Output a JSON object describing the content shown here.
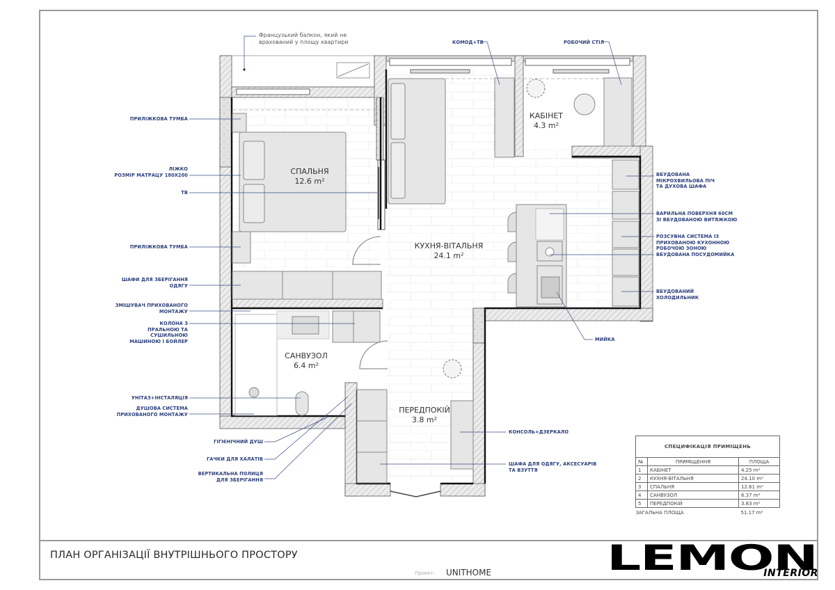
{
  "sheet": {
    "title": "ПЛАН ОРГАНІЗАЦІЇ ВНУТРІШНЬОГО ПРОСТОРУ",
    "project_label": "Проект:",
    "project_name": "UNITHOME",
    "logo": {
      "main": "LEMON",
      "sub": "INTERIOR"
    }
  },
  "rooms": [
    {
      "name": "СПАЛЬНЯ",
      "area": "12.6 m²"
    },
    {
      "name": "КУХНЯ-ВІТАЛЬНЯ",
      "area": "24.1 m²"
    },
    {
      "name": "КАБІНЕТ",
      "area": "4.3 m²"
    },
    {
      "name": "САНВУЗОЛ",
      "area": "6.4 m²"
    },
    {
      "name": "ПЕРЕДПОКІЙ",
      "area": "3.8 m²"
    }
  ],
  "callouts": {
    "balcony": "Французький балкон, який не\nврахований у площу квартири",
    "dresser_tv": "КОМОД+ТВ",
    "work_desk": "РОБОЧИЙ СТІЛ",
    "nightstand_1": "ПРИЛІЖКОВА ТУМБА",
    "bed": "ЛІЖКО\nРОЗМІР МАТРАЦУ 180Х200",
    "tv": "ТВ",
    "nightstand_2": "ПРИЛІЖКОВА ТУМБА",
    "wardrobes": "ШАФИ ДЛЯ ЗБЕРІГАННЯ\nОДЯГУ",
    "mixer": "ЗМІШУВАЧ ПРИХОВАНОГО\nМОНТАЖУ",
    "washer_column": "КОЛОНА З\nПРАЛЬНОЮ ТА\nСУШИЛЬНОЮ\nМАШИНОЮ І БОЙЛЕР",
    "toilet": "УНІТАЗ+ІНСТАЛЯЦІЯ",
    "shower": "ДУШОВА СИСТЕМА\nПРИХОВАНОГО МОНТАЖУ",
    "hygienic_shower": "ГІГІЄНІЧНИЙ ДУШ",
    "robe_hooks": "ГАЧКИ ДЛЯ ХАЛАТІВ",
    "vertical_shelf": "ВЕРТИКАЛЬНА ПОЛИЦЯ\nДЛЯ ЗБЕРІГАННЯ",
    "microwave_oven": "ВБУДОВАНА\nМІКРОХВИЛЬОВА ПІЧ\nТА ДУХОВА ШАФА",
    "cooktop": "ВАРИЛЬНА ПОВЕРХНЯ 60СМ\nЗІ ВБУДОВАНОЮ ВИТЯЖКОЮ",
    "sliding_system": "РОЗСУВНА СИСТЕМА ІЗ\nПРИХОВАНОЮ КУХОННОЮ\nРОБОЧОЮ ЗОНОЮ",
    "dishwasher": "ВБУДОВАНА ПОСУДОМИЙКА",
    "fridge": "ВБУДОВАНИЙ\nХОЛОДИЛЬНИК",
    "sink": "МИЙКА",
    "console_mirror": "КОНСОЛЬ+ДЗЕРКАЛО",
    "hall_wardrobe": "ШАФА ДЛЯ ОДЯГУ, АКСЕСУАРІВ\nТА ВЗУТТЯ"
  },
  "spec_table": {
    "title": "СПЕЦИФІКАЦІЯ ПРИМІЩЕНЬ",
    "headers": [
      "№",
      "ПРИМІЩЕННЯ",
      "ПЛОЩА"
    ],
    "rows": [
      [
        "1",
        "КАБІНЕТ",
        "4.25 m²"
      ],
      [
        "2",
        "КУХНЯ-ВІТАЛЬНЯ",
        "24.10 m²"
      ],
      [
        "3",
        "СПАЛЬНЯ",
        "12.61 m²"
      ],
      [
        "4",
        "САНВУЗОЛ",
        "6.37 m²"
      ],
      [
        "5",
        "ПЕРЕДПОКІЙ",
        "3.83 m²"
      ]
    ],
    "total_label": "ЗАГАЛЬНА ПЛОЩА",
    "total_value": "51.17 m²"
  },
  "colors": {
    "callout_text": "#2b3f7a",
    "wall_hatch": "#cfcfcf",
    "furniture_fill": "#e6e6e6",
    "frame": "#9a9a9a"
  }
}
